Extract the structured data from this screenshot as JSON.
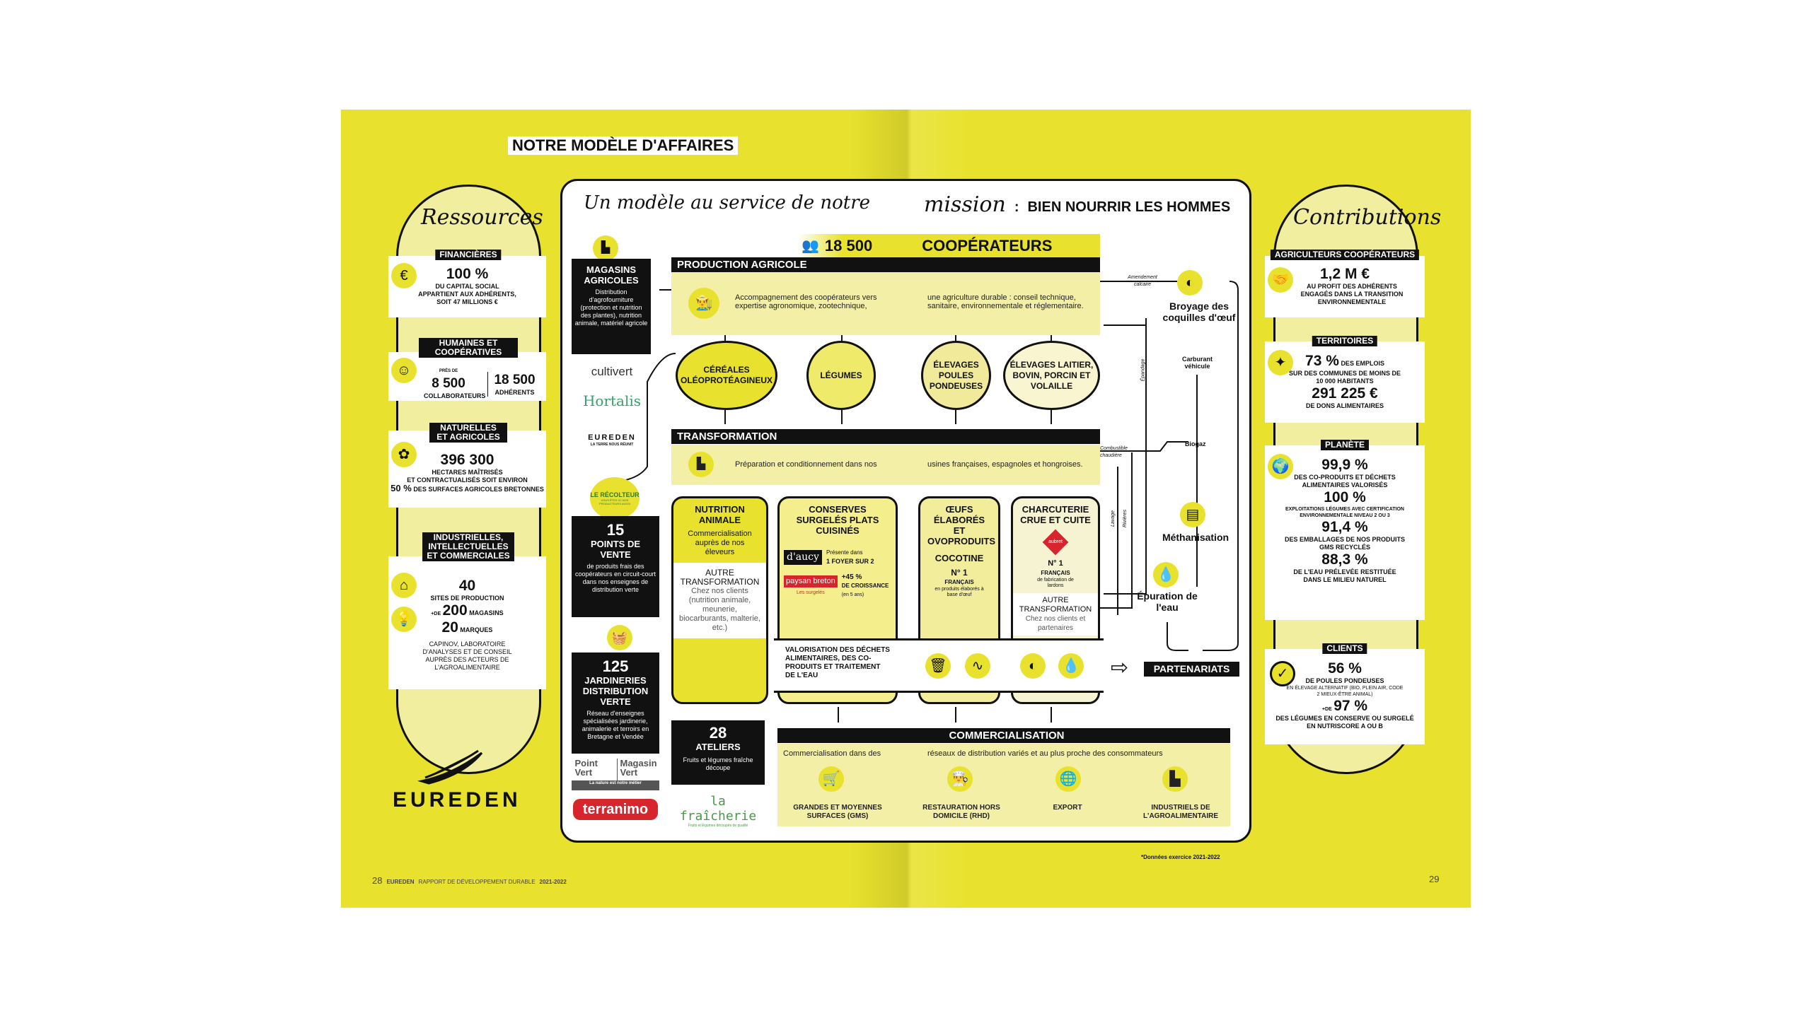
{
  "title": "NOTRE MODÈLE D'AFFAIRES",
  "headline": {
    "part1": "Un modèle au service de notre",
    "part2": "mission",
    "colon": ":",
    "part3": "BIEN NOURRIR LES HOMMES"
  },
  "ressources": {
    "title": "Ressources",
    "financieres": {
      "label": "FINANCIÈRES",
      "value": "100 %",
      "line1": "DU CAPITAL SOCIAL",
      "line2": "APPARTIENT AUX ADHÉRENTS,",
      "line3": "SOIT 47 MILLIONS €"
    },
    "humaines": {
      "label": "HUMAINES ET COOPÉRATIVES",
      "pre": "PRÈS DE",
      "v1": "8 500",
      "l1": "COLLABORATEURS",
      "v2": "18 500",
      "l2": "ADHÉRENTS"
    },
    "naturelles": {
      "label": "NATURELLES ET AGRICOLES",
      "value": "396 300",
      "line1": "HECTARES MAÎTRISÉS",
      "line2": "ET CONTRACTUALISÉS SOIT ENVIRON",
      "pct": "50 %",
      "line3": "DES SURFACES AGRICOLES BRETONNES"
    },
    "industrielles": {
      "label": "INDUSTRIELLES, INTELLECTUELLES ET COMMERCIALES",
      "v1": "40",
      "l1": "SITES DE PRODUCTION",
      "pre2": "+DE",
      "v2": "200",
      "l2": "MAGASINS",
      "v3": "20",
      "l3": "MARQUES",
      "note": "CAPINOV, LABORATOIRE D'ANALYSES ET DE CONSEIL AUPRÈS DES ACTEURS DE L'AGROALIMENTAIRE"
    }
  },
  "contributions": {
    "title": "Contributions",
    "agriculteurs": {
      "label": "AGRICULTEURS COOPÉRATEURS",
      "value": "1,2 M €",
      "text": "AU PROFIT DES ADHÉRENTS ENGAGÉS DANS LA TRANSITION ENVIRONNEMENTALE"
    },
    "territoires": {
      "label": "TERRITOIRES",
      "v1": "73 %",
      "t1a": "DES EMPLOIS",
      "t1b": "SUR DES COMMUNES DE MOINS DE 10 000 HABITANTS",
      "v2": "291 225 €",
      "t2": "DE DONS ALIMENTAIRES"
    },
    "planete": {
      "label": "PLANÈTE",
      "v1": "99,9 %",
      "t1": "DES CO-PRODUITS ET DÉCHETS ALIMENTAIRES VALORISÉS",
      "v2": "100 %",
      "t2": "EXPLOITATIONS LÉGUMES AVEC CERTIFICATION ENVIRONNEMENTALE NIVEAU 2 OU 3",
      "v3": "91,4 %",
      "t3": "DES EMBALLAGES DE NOS PRODUITS GMS RECYCLÉS",
      "v4": "88,3 %",
      "t4": "DE L'EAU PRÉLEVÉE RESTITUÉE DANS LE MILIEU NATUREL"
    },
    "clients": {
      "label": "CLIENTS",
      "v1": "56 %",
      "t1": "DE POULES PONDEUSES",
      "t1b": "EN ÉLEVAGE ALTERNATIF (BIO, PLEIN AIR, CODE 2 MIEUX-ÊTRE ANIMAL)",
      "pre2": "+DE",
      "v2": "97 %",
      "t2": "DES LÉGUMES EN CONSERVE OU SURGELÉ EN NUTRISCORE A OU B"
    }
  },
  "distribution": {
    "magasins": {
      "title": "MAGASINS AGRICOLES",
      "text": "Distribution d'agrofourniture (protection et nutrition des plantes), nutrition animale, matériel agricole"
    },
    "logos1": [
      "cultivert",
      "Hortalis",
      "EUREDEN",
      "LA TERRE NOUS RÉUNIT"
    ],
    "recolteur": {
      "logo": "LE RÉCOLTEUR",
      "tagline": "VOUS ÊTES ICI NOS PRODUCTEURS AUSSI",
      "value": "15",
      "title": "POINTS DE VENTE",
      "text": "de produits frais des coopérateurs en circuit-court dans nos enseignes de distribution verte"
    },
    "jardineries": {
      "value": "125",
      "title": "JARDINERIES DISTRIBUTION VERTE",
      "text": "Réseau d'enseignes spécialisées jardinerie, animalerie et terroirs en Bretagne et Vendée"
    },
    "logos2": [
      "Point Vert",
      "Magasin Vert",
      "La nature est notre métier",
      "terranimo"
    ],
    "ateliers": {
      "value": "28",
      "title": "ATELIERS",
      "text": "Fruits et légumes fraîche découpe",
      "logo": "la fraîcherie",
      "logo_sub": "Fruits et légumes découpés de qualité"
    }
  },
  "cooperateurs": {
    "value": "18 500",
    "label": "COOPÉRATEURS"
  },
  "production": {
    "title": "PRODUCTION AGRICOLE",
    "text1": "Accompagnement des coopérateurs vers expertise agronomique, zootechnique,",
    "text2": "une agriculture durable : conseil technique, sanitaire, environnementale et réglementaire.",
    "items": [
      "CÉRÉALES OLÉOPROTÉAGINEUX",
      "LÉGUMES",
      "ÉLEVAGES POULES PONDEUSES",
      "ÉLEVAGES LAITIER, BOVIN, PORCIN ET VOLAILLE"
    ]
  },
  "transformation": {
    "title": "TRANSFORMATION",
    "text1": "Préparation et conditionnement dans nos",
    "text2": "usines françaises, espagnoles et hongroises.",
    "nutrition": {
      "title": "NUTRITION ANIMALE",
      "text": "Commercialisation auprès de nos éleveurs",
      "other_title": "AUTRE TRANSFORMATION",
      "other_text": "Chez nos clients (nutrition animale, meunerie, biocarburants, malterie, etc.)"
    },
    "conserves": {
      "title": "CONSERVES SURGELÉS PLATS CUISINÉS",
      "brand1": "d'aucy",
      "stat1a": "Présente dans",
      "stat1b": "1 FOYER SUR 2",
      "brand2": "paysan breton",
      "brand2_sub": "Les surgelés",
      "stat2a": "+45 %",
      "stat2b": "DE CROISSANCE",
      "stat2c": "(en 5 ans)"
    },
    "oeufs": {
      "title": "ŒUFS ÉLABORÉS ET OVOPRODUITS",
      "brand": "COCOTINE",
      "rank": "N° 1",
      "rank2": "FRANÇAIS",
      "text": "en produits élaborés à base d'œuf"
    },
    "charcuterie": {
      "title": "CHARCUTERIE CRUE ET CUITE",
      "brand": "aubret",
      "rank": "N° 1",
      "rank2": "FRANÇAIS",
      "text": "de fabrication de lardons",
      "other_title": "AUTRE TRANSFORMATION",
      "other_text": "Chez nos clients et partenaires"
    }
  },
  "valorisation": {
    "text": "VALORISATION DES DÉCHETS ALIMENTAIRES, DES CO-PRODUITS ET TRAITEMENT DE L'EAU",
    "partenariats": "PARTENARIATS"
  },
  "flows": {
    "broyage": "Broyage des coquilles d'œuf",
    "amendement": "Amendement calcaire",
    "carburant": "Carburant véhicule",
    "biogaz": "Biogaz",
    "combustible": "Combustible chaudière",
    "methanisation": "Méthanisation",
    "epuration": "Épuration de l'eau",
    "epandage": "Épandage",
    "lavage": "Lavage",
    "rivieres": "Rivières"
  },
  "commercialisation": {
    "title": "COMMERCIALISATION",
    "text1": "Commercialisation dans des",
    "text2": "réseaux de distribution variés et au plus proche des consommateurs",
    "items": [
      "GRANDES ET MOYENNES SURFACES (GMS)",
      "RESTAURATION HORS DOMICILE (RHD)",
      "EXPORT",
      "INDUSTRIELS DE L'AGROALIMENTAIRE"
    ]
  },
  "logo": "EUREDEN",
  "footer": {
    "page_left": "28",
    "brand": "EUREDEN",
    "report": "RAPPORT DE DÉVELOPPEMENT DURABLE",
    "year": "2021-2022",
    "note": "*Données exercice 2021-2022",
    "page_right": "29"
  },
  "colors": {
    "yellow": "#e8e22e",
    "light_yellow": "#f3efa6",
    "black": "#111111"
  }
}
